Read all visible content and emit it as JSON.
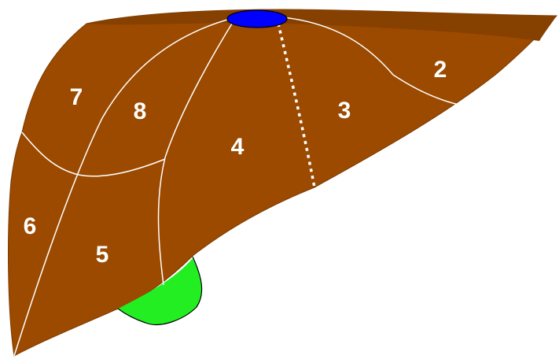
{
  "colors": {
    "liver": "#9B4A00",
    "liver_dark": "#7A3A00",
    "liver_top": "#864000",
    "boundary": "#ffffff",
    "ivc": "#0000FF",
    "gallbladder": "#22EE22",
    "outline": "#000000"
  },
  "segments": [
    {
      "id": "seg-2",
      "label": "2"
    },
    {
      "id": "seg-3",
      "label": "3"
    },
    {
      "id": "seg-4",
      "label": "4"
    },
    {
      "id": "seg-5",
      "label": "5"
    },
    {
      "id": "seg-6",
      "label": "6"
    },
    {
      "id": "seg-7",
      "label": "7"
    },
    {
      "id": "seg-8",
      "label": "8"
    }
  ]
}
